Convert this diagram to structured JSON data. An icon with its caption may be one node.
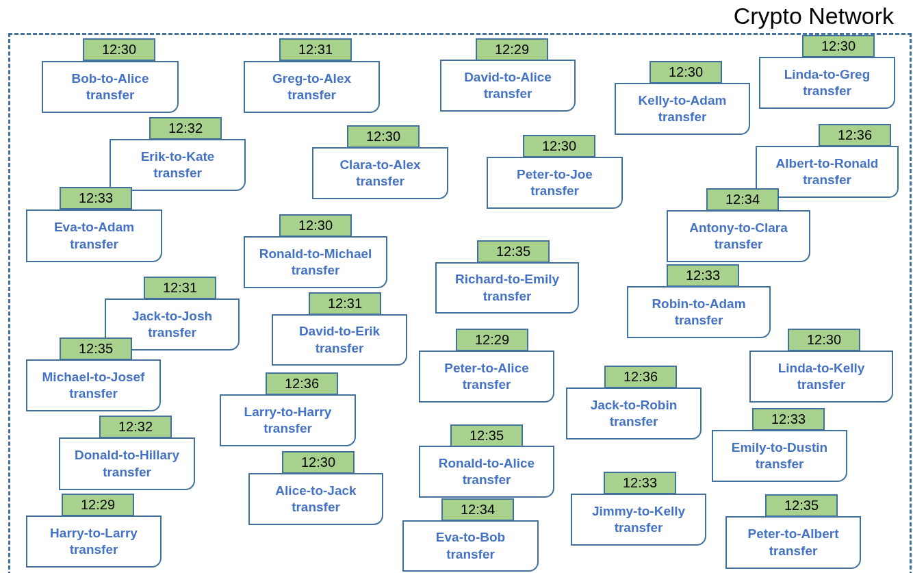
{
  "diagram": {
    "nodes": [
      {
        "text": [
          "Crypto Network"
        ]
      },
      {
        "text": [
          "12:30"
        ],
        "in": 0
      },
      {
        "text": [
          "Bob-to-Alice transfer"
        ],
        "in": 0
      },
      {
        "text": [
          "12:31"
        ],
        "in": 0
      },
      {
        "text": [
          "Greg-to-Alex transfer"
        ],
        "in": 0
      },
      {
        "text": [
          "12:29"
        ],
        "in": 0
      },
      {
        "text": [
          "David-to-Alice transfer"
        ],
        "in": 0
      },
      {
        "text": [
          "12:30"
        ],
        "in": 0
      },
      {
        "text": [
          "Kelly-to-Adam transfer"
        ],
        "in": 0
      },
      {
        "text": [
          "12:30"
        ],
        "in": 0
      },
      {
        "text": [
          "Linda-to-Greg transfer"
        ],
        "in": 0
      },
      {
        "text": [
          "12:32"
        ],
        "in": 0
      },
      {
        "text": [
          "Erik-to-Kate transfer"
        ],
        "in": 0
      },
      {
        "text": [
          "12:30"
        ],
        "in": 0
      },
      {
        "text": [
          "Clara-to-Alex transfer"
        ],
        "in": 0
      },
      {
        "text": [
          "12:30"
        ],
        "in": 0
      },
      {
        "text": [
          "Peter-to-Joe transfer"
        ],
        "in": 0
      },
      {
        "text": [
          "12:36"
        ],
        "in": 0
      },
      {
        "text": [
          "Albert-to-Ronald transfer"
        ],
        "in": 0
      },
      {
        "text": [
          "12:33"
        ],
        "in": 0
      },
      {
        "text": [
          "Eva-to-Adam transfer"
        ],
        "in": 0
      },
      {
        "text": [
          "12:30"
        ],
        "in": 0
      },
      {
        "text": [
          "Ronald-to-Michael transfer"
        ],
        "in": 0
      },
      {
        "text": [
          "12:34"
        ],
        "in": 0
      },
      {
        "text": [
          "Antony-to-Clara transfer"
        ],
        "in": 0
      },
      {
        "text": [
          "12:35"
        ],
        "in": 0
      },
      {
        "text": [
          "Richard-to-Emily transfer"
        ],
        "in": 0
      },
      {
        "text": [
          "12:33"
        ],
        "in": 0
      },
      {
        "text": [
          "Robin-to-Adam transfer"
        ],
        "in": 0
      },
      {
        "text": [
          "12:31"
        ],
        "in": 0
      },
      {
        "text": [
          "Jack-to-Josh transfer"
        ],
        "in": 0
      },
      {
        "text": [
          "12:31"
        ],
        "in": 0
      },
      {
        "text": [
          "David-to-Erik transfer"
        ],
        "in": 0
      },
      {
        "text": [
          "12:35"
        ],
        "in": 0
      },
      {
        "text": [
          "Michael-to-Josef transfer"
        ],
        "in": 0
      },
      {
        "text": [
          "12:29"
        ],
        "in": 0
      },
      {
        "text": [
          "Peter-to-Alice transfer"
        ],
        "in": 0
      },
      {
        "text": [
          "12:30"
        ],
        "in": 0
      },
      {
        "text": [
          "Linda-to-Kelly transfer"
        ],
        "in": 0
      },
      {
        "text": [
          "12:36"
        ],
        "in": 0
      },
      {
        "text": [
          "Larry-to-Harry transfer"
        ],
        "in": 0
      },
      {
        "text": [
          "12:36"
        ],
        "in": 0
      },
      {
        "text": [
          "Jack-to-Robin transfer"
        ],
        "in": 0
      },
      {
        "text": [
          "12:33"
        ],
        "in": 0
      },
      {
        "text": [
          "Emily-to-Dustin transfer"
        ],
        "in": 0
      },
      {
        "text": [
          "12:32"
        ],
        "in": 0
      },
      {
        "text": [
          "Donald-to-Hillary transfer"
        ],
        "in": 0
      },
      {
        "text": [
          "12:30"
        ],
        "in": 0
      },
      {
        "text": [
          "Alice-to-Jack transfer"
        ],
        "in": 0
      },
      {
        "text": [
          "12:35"
        ],
        "in": 0
      },
      {
        "text": [
          "Ronald-to-Alice transfer"
        ],
        "in": 0
      },
      {
        "text": [
          "12:34"
        ],
        "in": 0
      },
      {
        "text": [
          "Eva-to-Bob transfer"
        ],
        "in": 0
      },
      {
        "text": [
          "12:33"
        ],
        "in": 0
      },
      {
        "text": [
          "Jimmy-to-Kelly transfer"
        ],
        "in": 0
      },
      {
        "text": [
          "12:29"
        ],
        "in": 0
      },
      {
        "text": [
          "Harry-to-Larry transfer"
        ],
        "in": 0
      },
      {
        "text": [
          "12:35"
        ],
        "in": 0
      },
      {
        "text": [
          "Peter-to-Albert transfer"
        ],
        "in": 0
      }
    ]
  }
}
